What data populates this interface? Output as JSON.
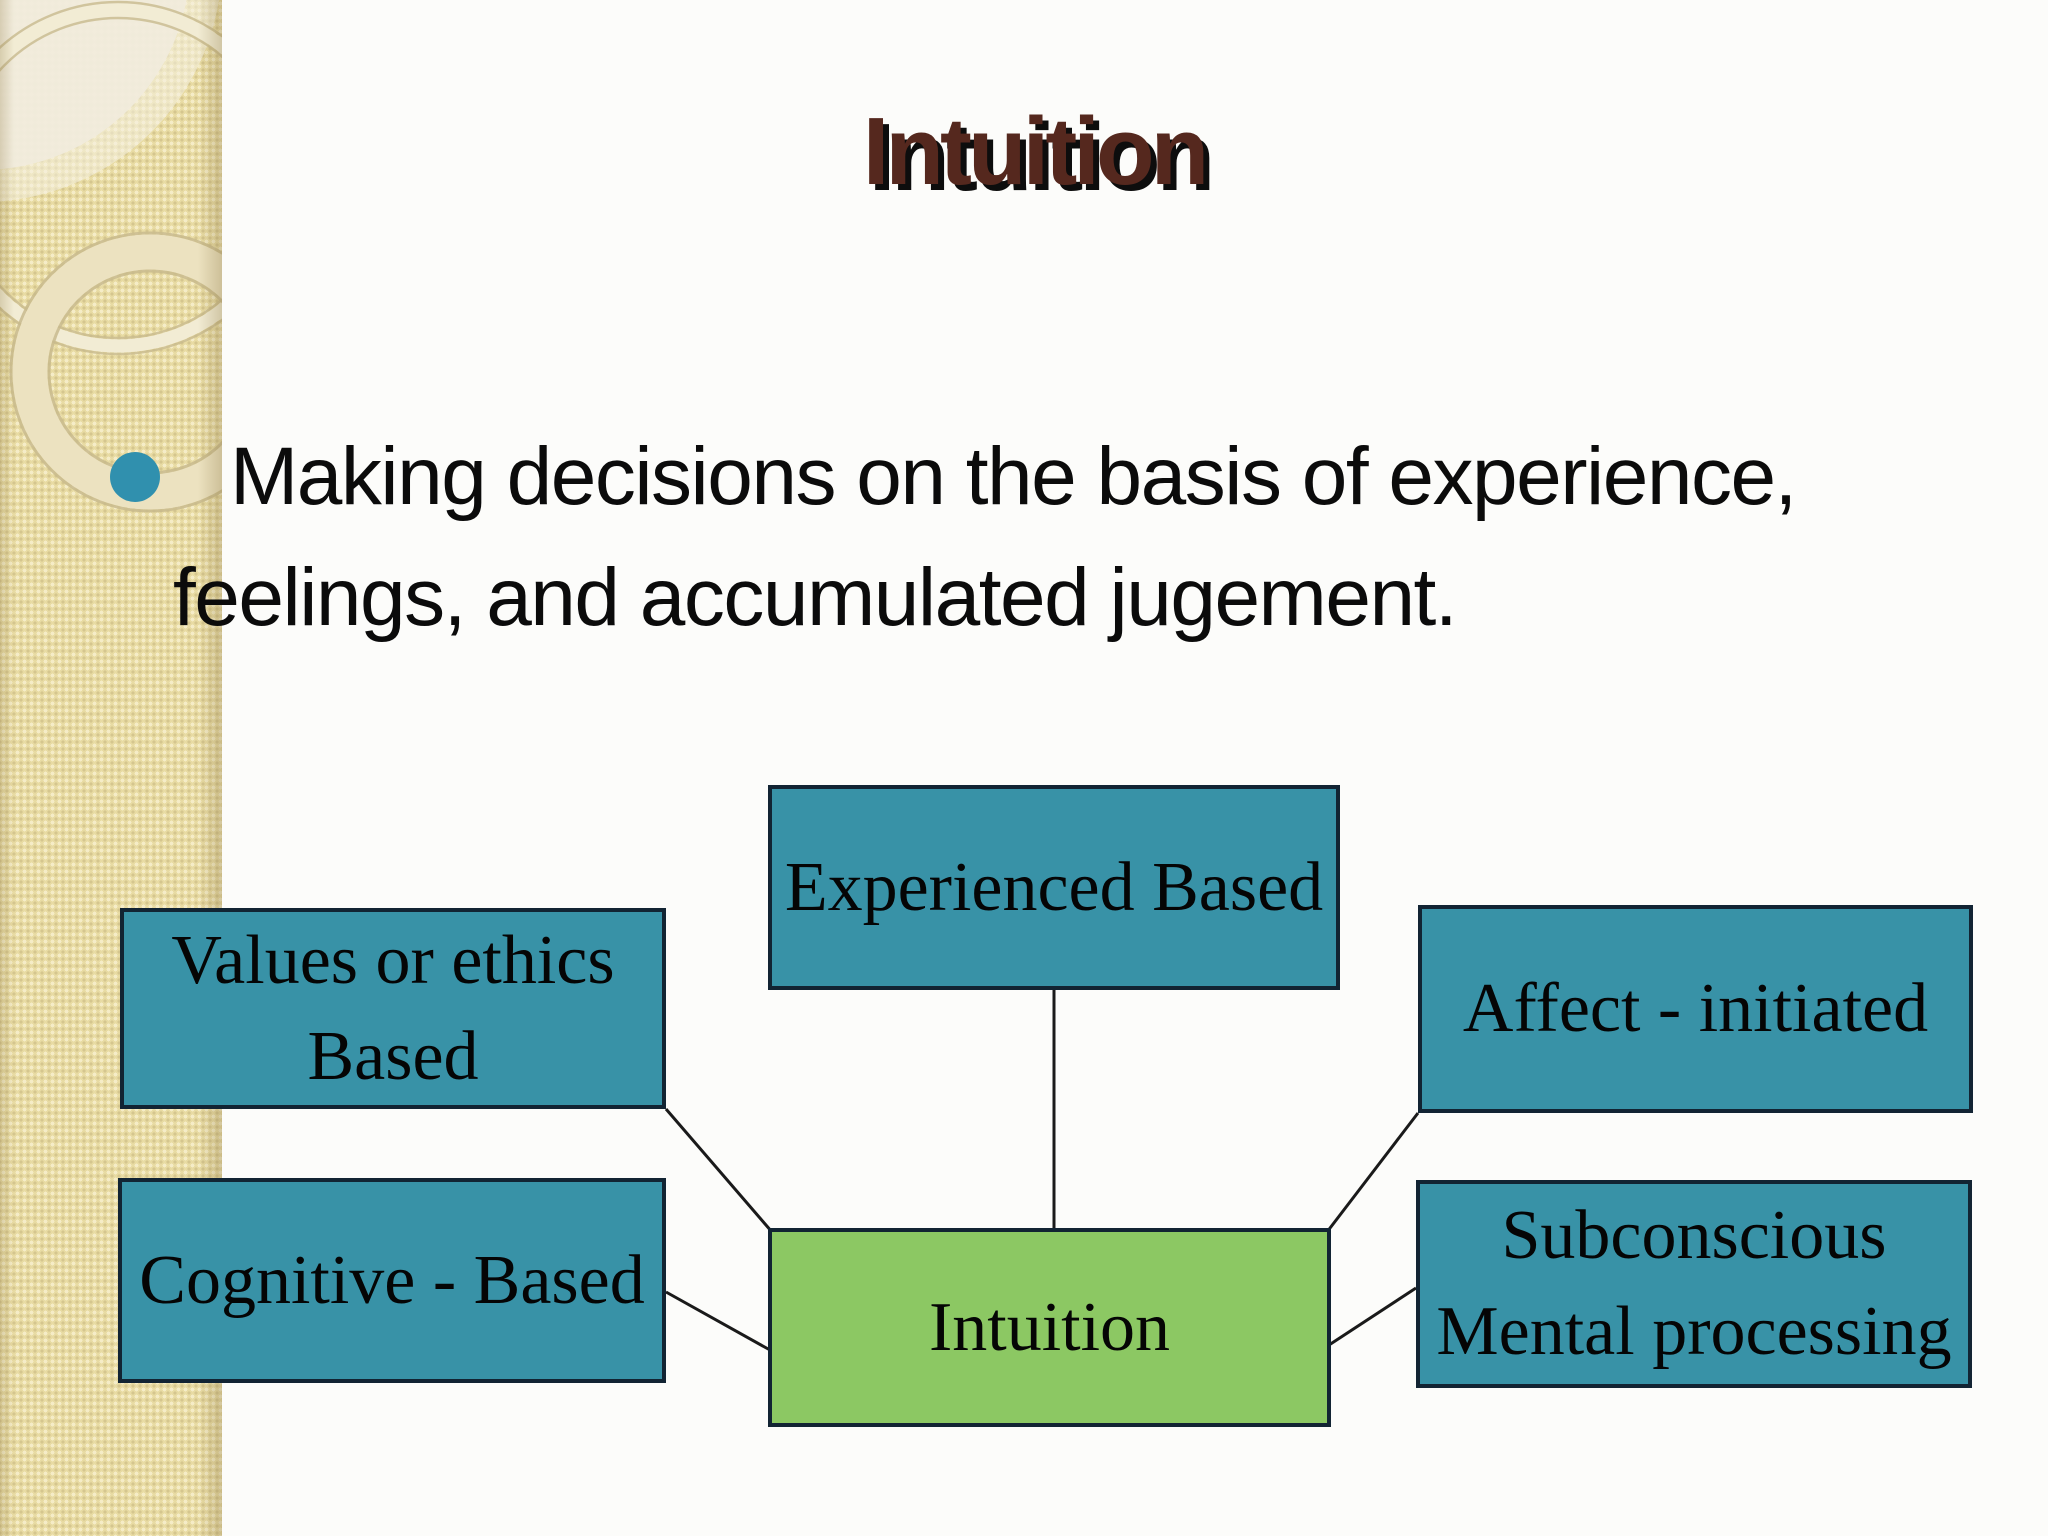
{
  "slide": {
    "title": "Intuition",
    "bullet": {
      "line1": "Making decisions on the basis of experience,",
      "line2": "feelings, and accumulated jugement."
    },
    "diagram": {
      "center": {
        "label": "Intuition"
      },
      "nodes": [
        {
          "id": "values",
          "line1": "Values or ethics",
          "line2": "Based"
        },
        {
          "id": "experienced",
          "line1": "Experienced Based",
          "line2": ""
        },
        {
          "id": "affect",
          "line1": "Affect - initiated",
          "line2": ""
        },
        {
          "id": "cognitive",
          "line1": "Cognitive - Based",
          "line2": ""
        },
        {
          "id": "subconscious",
          "line1": "Subconscious",
          "line2": "Mental processing"
        }
      ]
    },
    "colors": {
      "node_fill": "#3892A7",
      "node_border": "#122433",
      "center_fill": "#8CC863",
      "title_color": "#55281E",
      "bullet_dot": "#3090AE",
      "strip_background": "#E8DBA3",
      "connector": "#1a1a1a"
    }
  }
}
